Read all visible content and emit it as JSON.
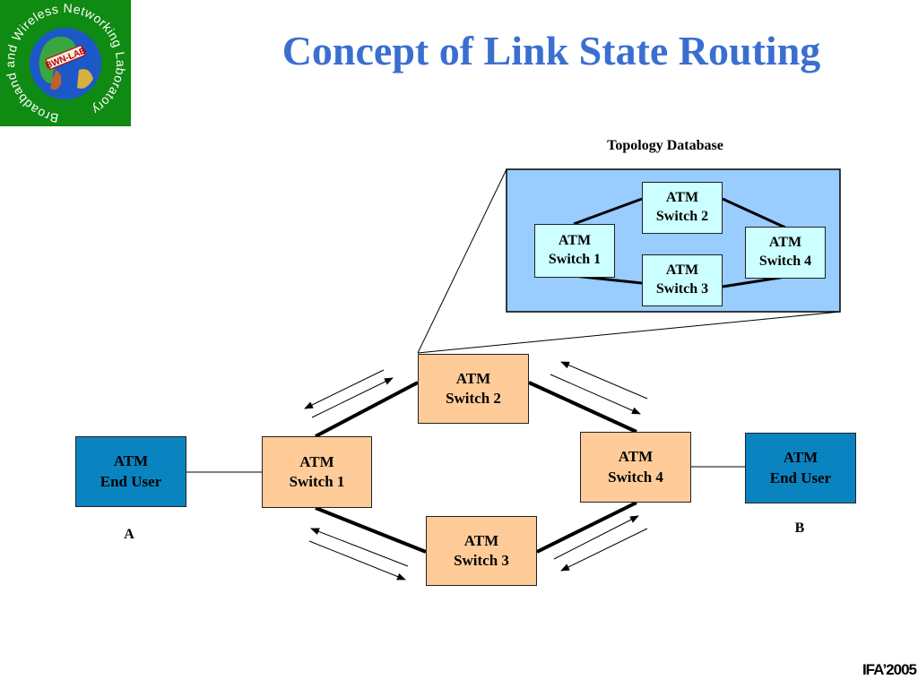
{
  "logo": {
    "ring_text": "Broadband and Wireless Networking Laboratory",
    "center_text": "BWN-LAB"
  },
  "title": "Concept of Link State Routing",
  "database": {
    "title": "Topology Database",
    "switch1": {
      "line1": "ATM",
      "line2": "Switch 1"
    },
    "switch2": {
      "line1": "ATM",
      "line2": "Switch 2"
    },
    "switch3": {
      "line1": "ATM",
      "line2": "Switch 3"
    },
    "switch4": {
      "line1": "ATM",
      "line2": "Switch 4"
    }
  },
  "network": {
    "switch1": {
      "line1": "ATM",
      "line2": "Switch 1"
    },
    "switch2": {
      "line1": "ATM",
      "line2": "Switch 2"
    },
    "switch3": {
      "line1": "ATM",
      "line2": "Switch 3"
    },
    "switch4": {
      "line1": "ATM",
      "line2": "Switch 4"
    },
    "end_user_a": {
      "line1": "ATM",
      "line2": "End User",
      "label": "A"
    },
    "end_user_b": {
      "line1": "ATM",
      "line2": "End User",
      "label": "B"
    }
  },
  "footer": "IFA’2005",
  "colors": {
    "title": "#3a6fd0",
    "switch_fill": "#ffcc99",
    "end_user_fill": "#0a84c0",
    "database_fill": "#99ccff",
    "database_switch_fill": "#ccffff",
    "logo_bg": "#0f8a12"
  }
}
